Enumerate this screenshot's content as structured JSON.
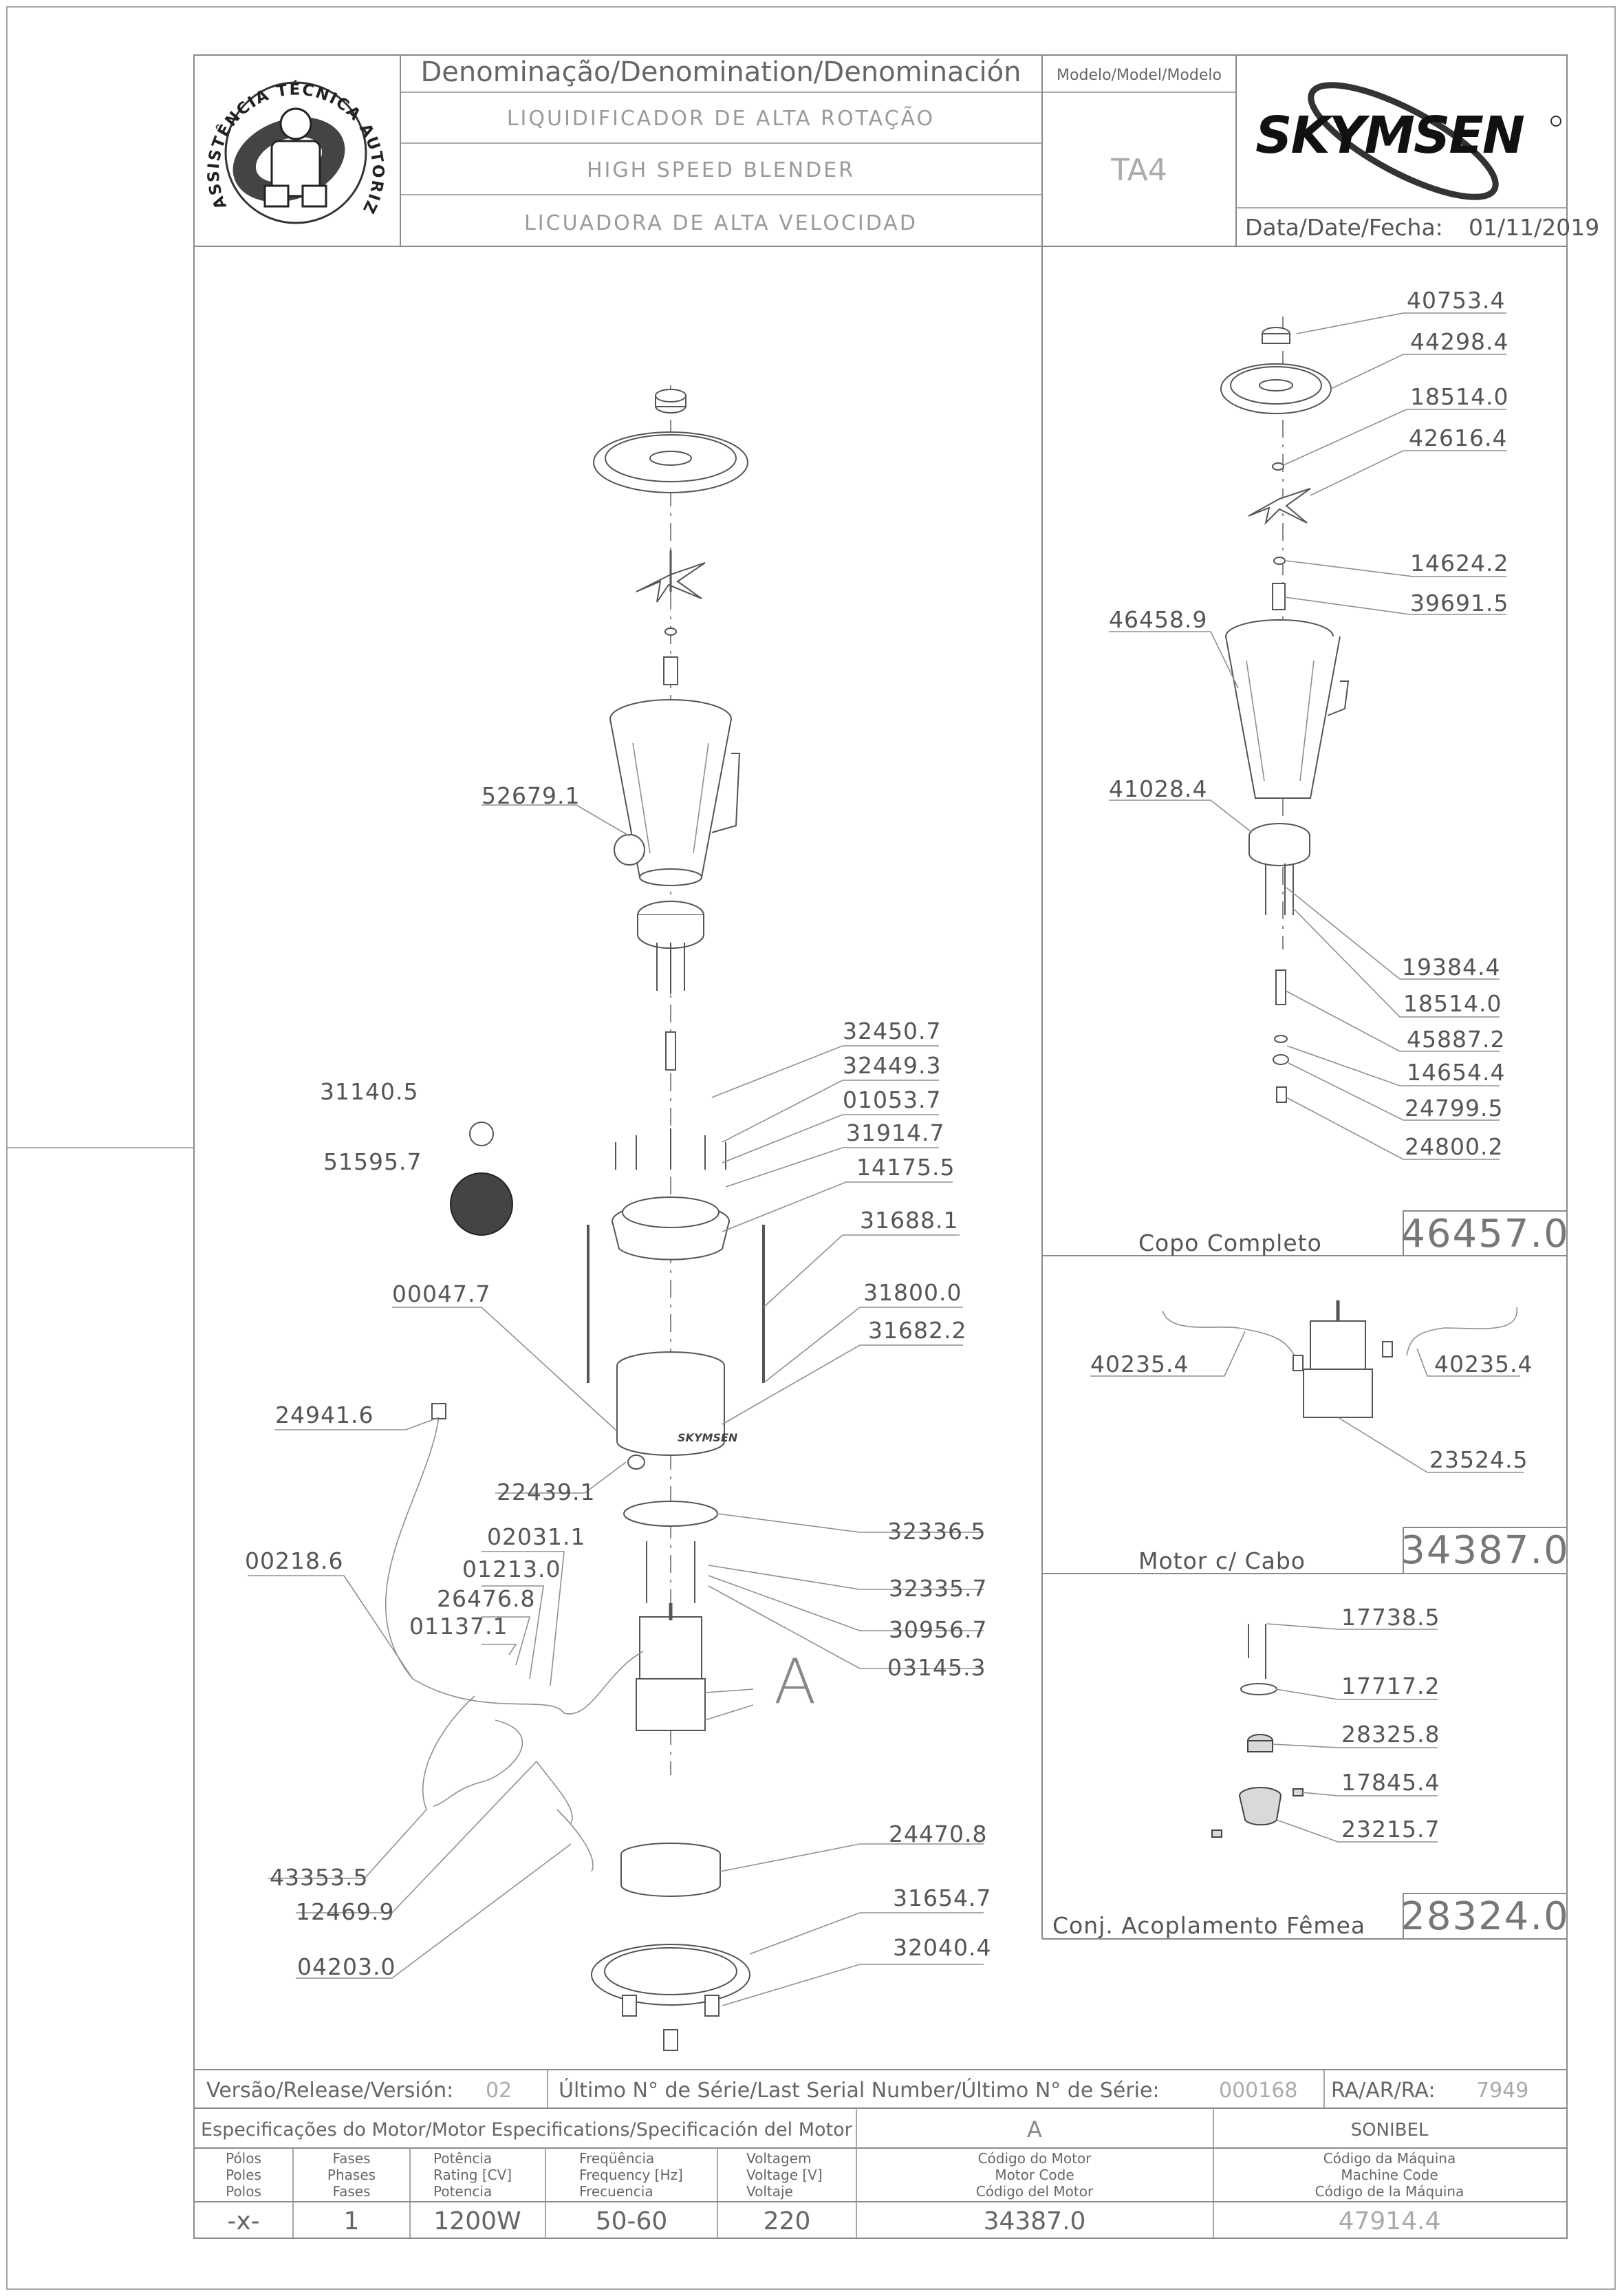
{
  "header": {
    "logo_text": "ASSISTÊNCIA TÉCNICA AUTORIZADA",
    "denomination_label": "Denominação/Denomination/Denominación",
    "name_pt": "LIQUIDIFICADOR DE ALTA ROTAÇÃO",
    "name_en": "HIGH SPEED BLENDER",
    "name_es": "LICUADORA DE ALTA VELOCIDAD",
    "model_label": "Modelo/Model/Modelo",
    "model_value": "TA4",
    "brand": "SKYMSEN",
    "date_label": "Data/Date/Fecha:",
    "date_value": "01/11/2019"
  },
  "main_parts": [
    {
      "code": "52679.1"
    },
    {
      "code": "32450.7"
    },
    {
      "code": "32449.3"
    },
    {
      "code": "01053.7"
    },
    {
      "code": "31140.5"
    },
    {
      "code": "31914.7"
    },
    {
      "code": "51595.7"
    },
    {
      "code": "14175.5"
    },
    {
      "code": "31688.1"
    },
    {
      "code": "00047.7"
    },
    {
      "code": "31800.0"
    },
    {
      "code": "31682.2"
    },
    {
      "code": "24941.6"
    },
    {
      "code": "22439.1"
    },
    {
      "code": "02031.1"
    },
    {
      "code": "32336.5"
    },
    {
      "code": "00218.6"
    },
    {
      "code": "01213.0"
    },
    {
      "code": "26476.8"
    },
    {
      "code": "32335.7"
    },
    {
      "code": "01137.1"
    },
    {
      "code": "30956.7"
    },
    {
      "code": "03145.3"
    },
    {
      "code": "43353.5"
    },
    {
      "code": "24470.8"
    },
    {
      "code": "12469.9"
    },
    {
      "code": "31654.7"
    },
    {
      "code": "04203.0"
    },
    {
      "code": "32040.4"
    }
  ],
  "detail_a_label": "A",
  "copo": {
    "parts": [
      {
        "code": "40753.4"
      },
      {
        "code": "44298.4"
      },
      {
        "code": "18514.0"
      },
      {
        "code": "42616.4"
      },
      {
        "code": "14624.2"
      },
      {
        "code": "39691.5"
      },
      {
        "code": "46458.9"
      },
      {
        "code": "41028.4"
      },
      {
        "code": "19384.4"
      },
      {
        "code": "18514.0"
      },
      {
        "code": "45887.2"
      },
      {
        "code": "14654.4"
      },
      {
        "code": "24799.5"
      },
      {
        "code": "24800.2"
      }
    ],
    "title": "Copo Completo",
    "code": "46457.0"
  },
  "motor": {
    "parts": [
      {
        "code": "40235.4"
      },
      {
        "code": "40235.4"
      },
      {
        "code": "23524.5"
      }
    ],
    "title": "Motor c/ Cabo",
    "code": "34387.0"
  },
  "acoplamento": {
    "parts": [
      {
        "code": "17738.5"
      },
      {
        "code": "17717.2"
      },
      {
        "code": "28325.8"
      },
      {
        "code": "17845.4"
      },
      {
        "code": "23215.7"
      }
    ],
    "title": "Conj. Acoplamento Fêmea",
    "code": "28324.0"
  },
  "footer": {
    "version_label": "Versão/Release/Versión:",
    "version_value": "02",
    "serial_label": "Último N° de Série/Last Serial Number/Último N° de Série:",
    "serial_value": "000168",
    "ra_label": "RA/AR/RA:",
    "ra_value": "7949",
    "spec_label": "Especificações do Motor/Motor Especifications/Specificación del Motor",
    "spec_a": "A",
    "spec_maker": "SONIBEL",
    "columns": [
      {
        "l1": "Pólos",
        "l2": "Poles",
        "l3": "Polos",
        "value": "-x-"
      },
      {
        "l1": "Fases",
        "l2": "Phases",
        "l3": "Fases",
        "value": "1"
      },
      {
        "l1": "Potência",
        "l2": "Rating [CV]",
        "l3": "Potencia",
        "value": "1200W"
      },
      {
        "l1": "Freqüência",
        "l2": "Frequency [Hz]",
        "l3": "Frecuencia",
        "value": "50-60"
      },
      {
        "l1": "Voltagem",
        "l2": "Voltage [V]",
        "l3": "Voltaje",
        "value": "220"
      },
      {
        "l1": "Código do Motor",
        "l2": "Motor Code",
        "l3": "Código del Motor",
        "value": "34387.0"
      },
      {
        "l1": "Código da Máquina",
        "l2": "Machine Code",
        "l3": "Código de la Máquina",
        "value": "47914.4"
      }
    ]
  }
}
